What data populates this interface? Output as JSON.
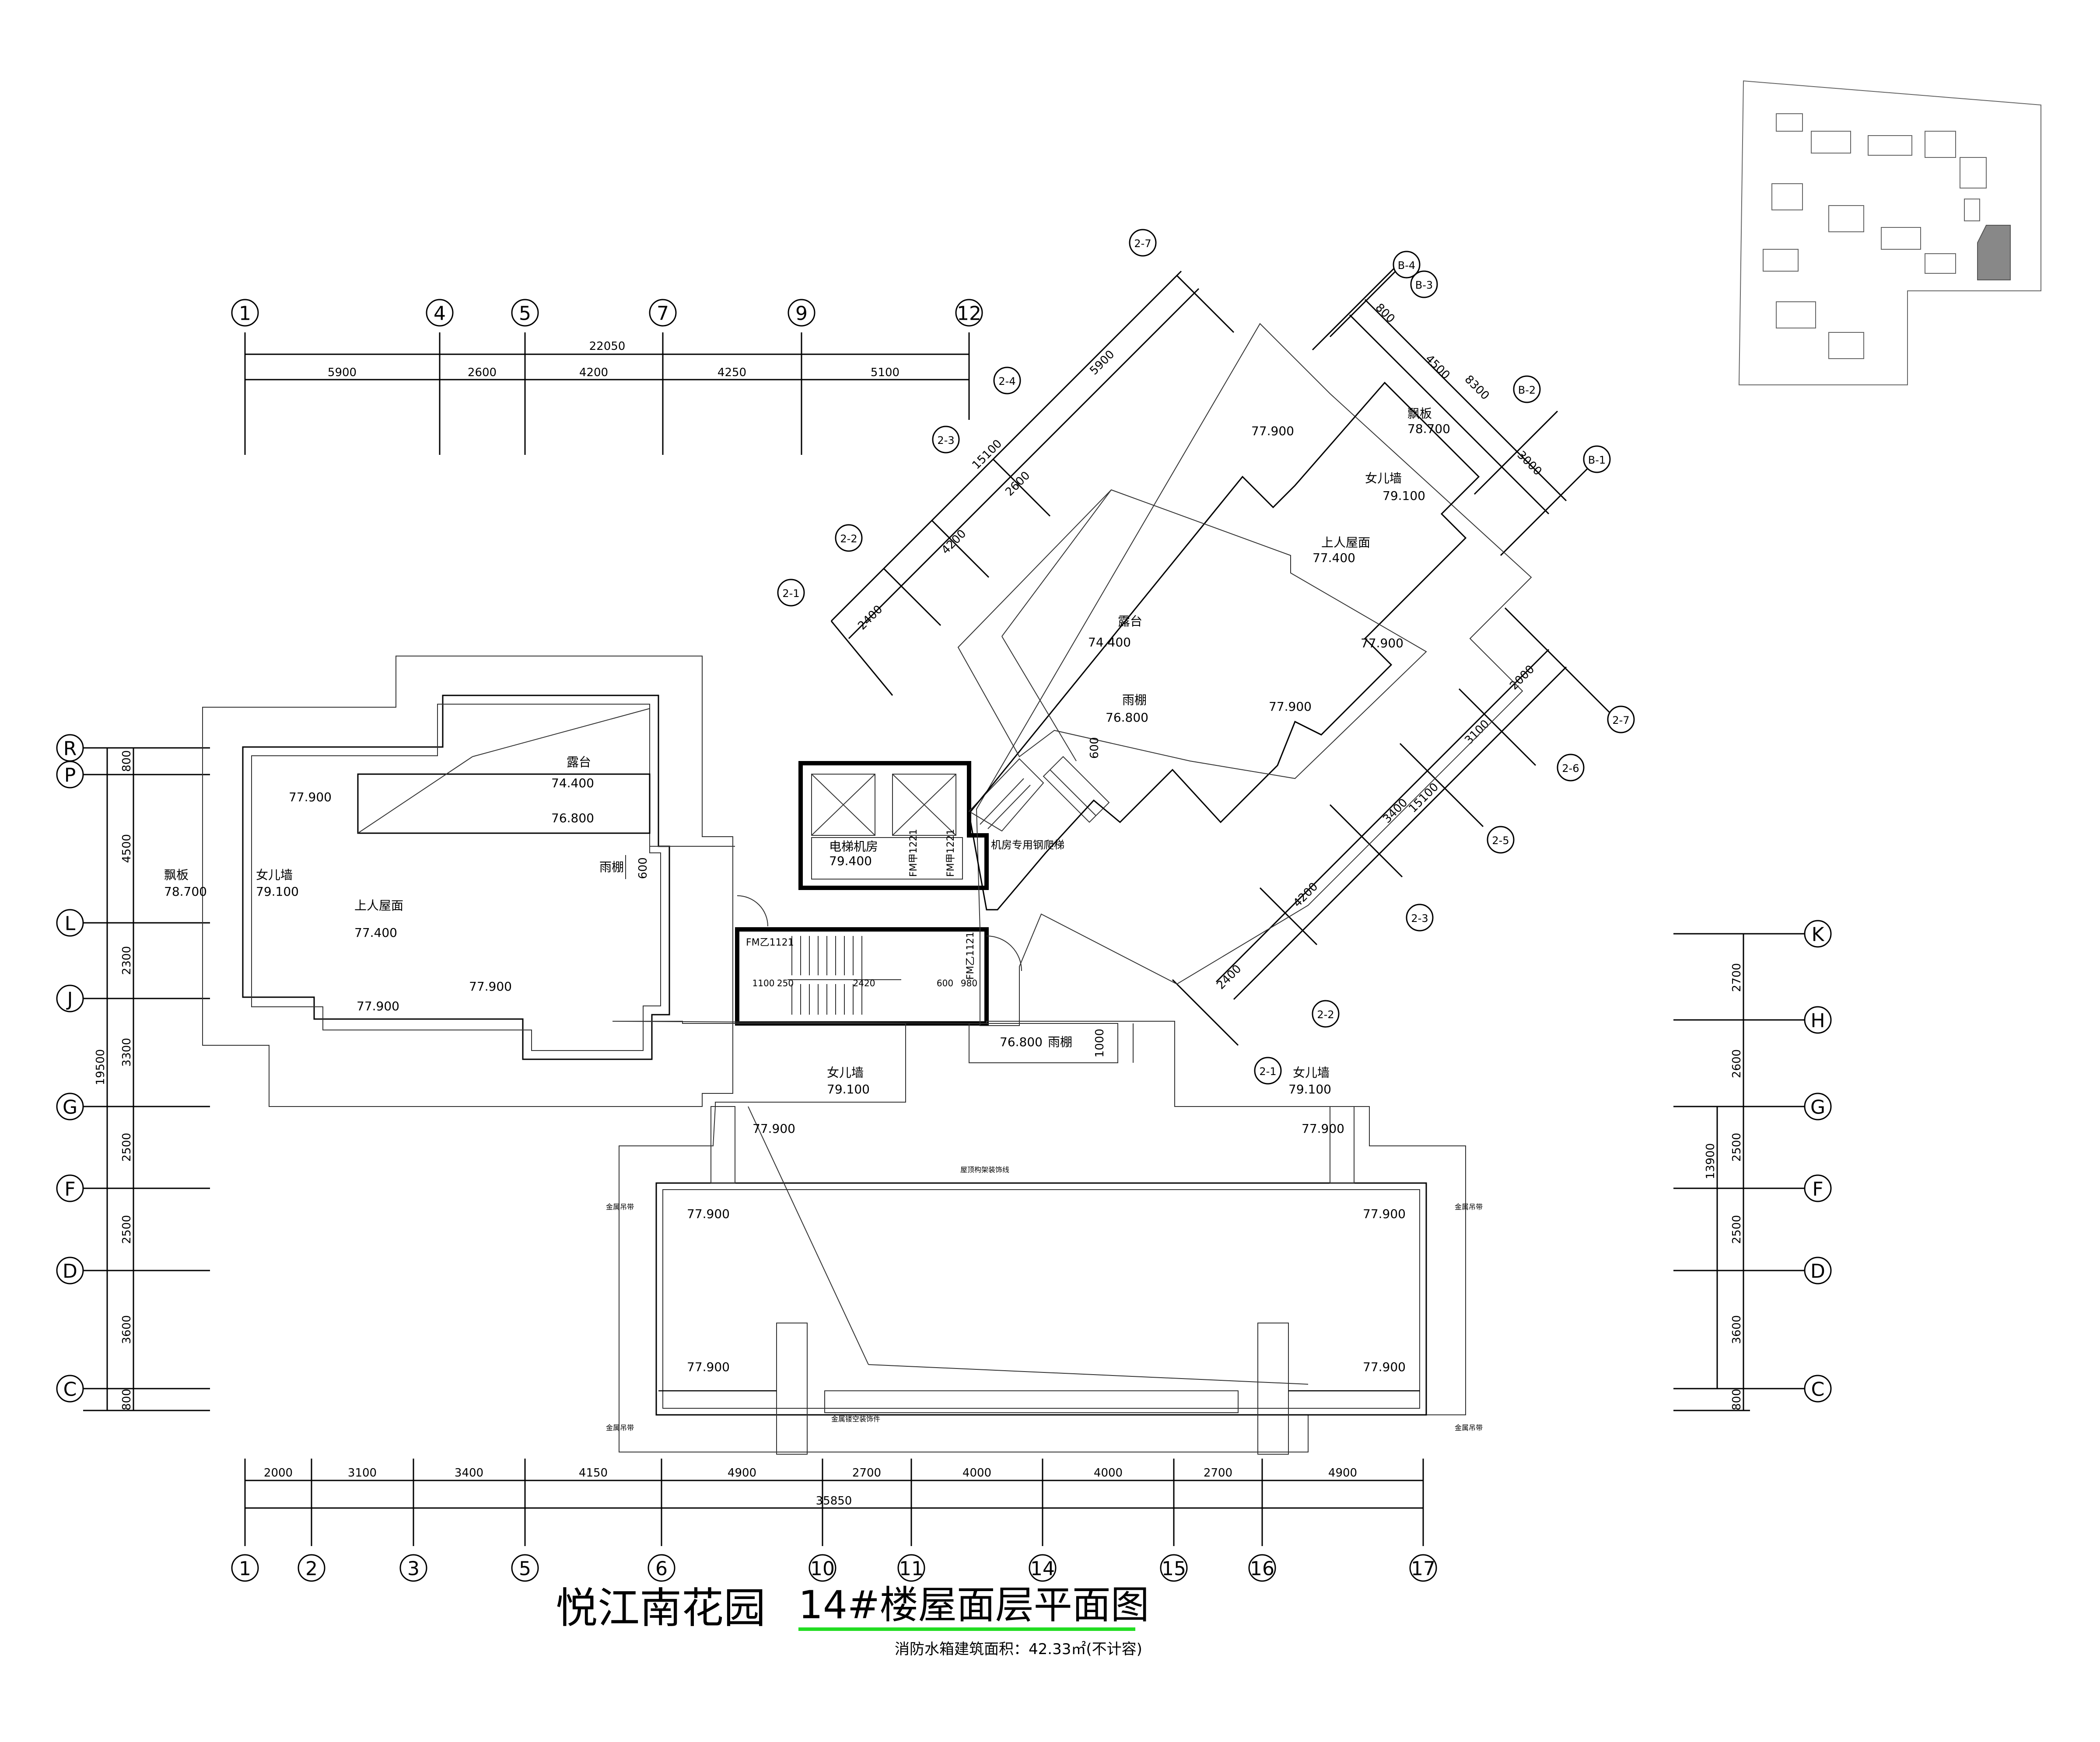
{
  "title": {
    "project": "悦江南花园",
    "building": "14#楼屋面层平面图",
    "note": "消防水箱建筑面积：42.33㎡(不计容)",
    "project_color": "#22dd22",
    "underline_color": "#22dd22"
  },
  "grids": {
    "top_axes": [
      "1",
      "4",
      "5",
      "7",
      "9",
      "12"
    ],
    "top_dims": [
      "5900",
      "2600",
      "4200",
      "4250",
      "5100"
    ],
    "top_total": "22050",
    "bottom_axes": [
      "1",
      "2",
      "3",
      "5",
      "6",
      "10",
      "11",
      "14",
      "15",
      "16",
      "17"
    ],
    "bottom_dims": [
      "2000",
      "3100",
      "3400",
      "4150",
      "4900",
      "2700",
      "4000",
      "4000",
      "2700",
      "4900"
    ],
    "bottom_total": "35850",
    "left_axes": [
      "R",
      "P",
      "L",
      "J",
      "G",
      "F",
      "D",
      "C"
    ],
    "left_dims": [
      "800",
      "4500",
      "2300",
      "3300",
      "2500",
      "2500",
      "3600",
      "800"
    ],
    "left_total": "19500",
    "right_axes": [
      "K",
      "H",
      "G",
      "F",
      "D",
      "C"
    ],
    "right_dims": [
      "2700",
      "2600",
      "2500",
      "2500",
      "3600",
      "800"
    ],
    "right_total": "13900",
    "diag_left_axes": [
      "2-7",
      "2-4",
      "2-3",
      "2-2",
      "2-1"
    ],
    "diag_left_dims": [
      "5900",
      "2600",
      "4200",
      "2400"
    ],
    "diag_left_total": "15100",
    "diag_b_axes": [
      "B-4",
      "B-3",
      "B-2",
      "B-1"
    ],
    "diag_b_dims": [
      "800",
      "4500",
      "3000"
    ],
    "diag_b_total": "8300",
    "diag_right_axes": [
      "2-7",
      "2-6",
      "2-5",
      "2-3",
      "2-2",
      "2-1"
    ],
    "diag_right_dims": [
      "2000",
      "3100",
      "3400",
      "4200",
      "2400"
    ],
    "diag_right_total": "15100"
  },
  "annotations": {
    "west_terrace": "露台",
    "west_terrace_elev": "74.400",
    "west_canopy_elev": "76.800",
    "canopy": "雨棚",
    "west_canopy_dim": "600",
    "west_flyboard": "飘板",
    "west_flyboard_elev": "78.700",
    "west_parapet": "女儿墙",
    "west_parapet_elev": "79.100",
    "west_roof": "上人屋面",
    "west_roof_elev": "77.400",
    "elev_77900": "77.900",
    "elevator_room": "电梯机房",
    "elevator_room_elev": "79.400",
    "door_fm1": "FM甲1221",
    "door_fm2": "FM甲1221",
    "ladder": "机房专用钢爬梯",
    "stair_door_1": "FM乙1121",
    "stair_door_2": "FM乙1121",
    "stair_dims": [
      "1100",
      "250",
      "2420",
      "600",
      "980"
    ],
    "south_canopy_elev": "76.800",
    "south_canopy_dim": "1000",
    "south_parapet": "女儿墙",
    "south_parapet_elev": "79.100",
    "east_parapet": "女儿墙",
    "east_parapet_elev": "79.100",
    "east_terrace": "露台",
    "east_terrace_elev": "74.400",
    "east_flyboard": "飘板",
    "east_flyboard_elev": "78.700",
    "east_parapet_ne": "女儿墙",
    "east_parapet_ne_elev": "79.100",
    "east_roof": "上人屋面",
    "east_roof_elev": "77.400",
    "east_canopy_elev": "76.800",
    "east_canopy_dim": "600",
    "frame_top": "屋顶构架装饰线",
    "frame_bottom": "金属镂空装饰件",
    "metal_hang_1": "金属吊带",
    "metal_hang_2": "金属吊带",
    "metal_hang_3": "金属吊带",
    "metal_hang_4": "金属吊带"
  }
}
